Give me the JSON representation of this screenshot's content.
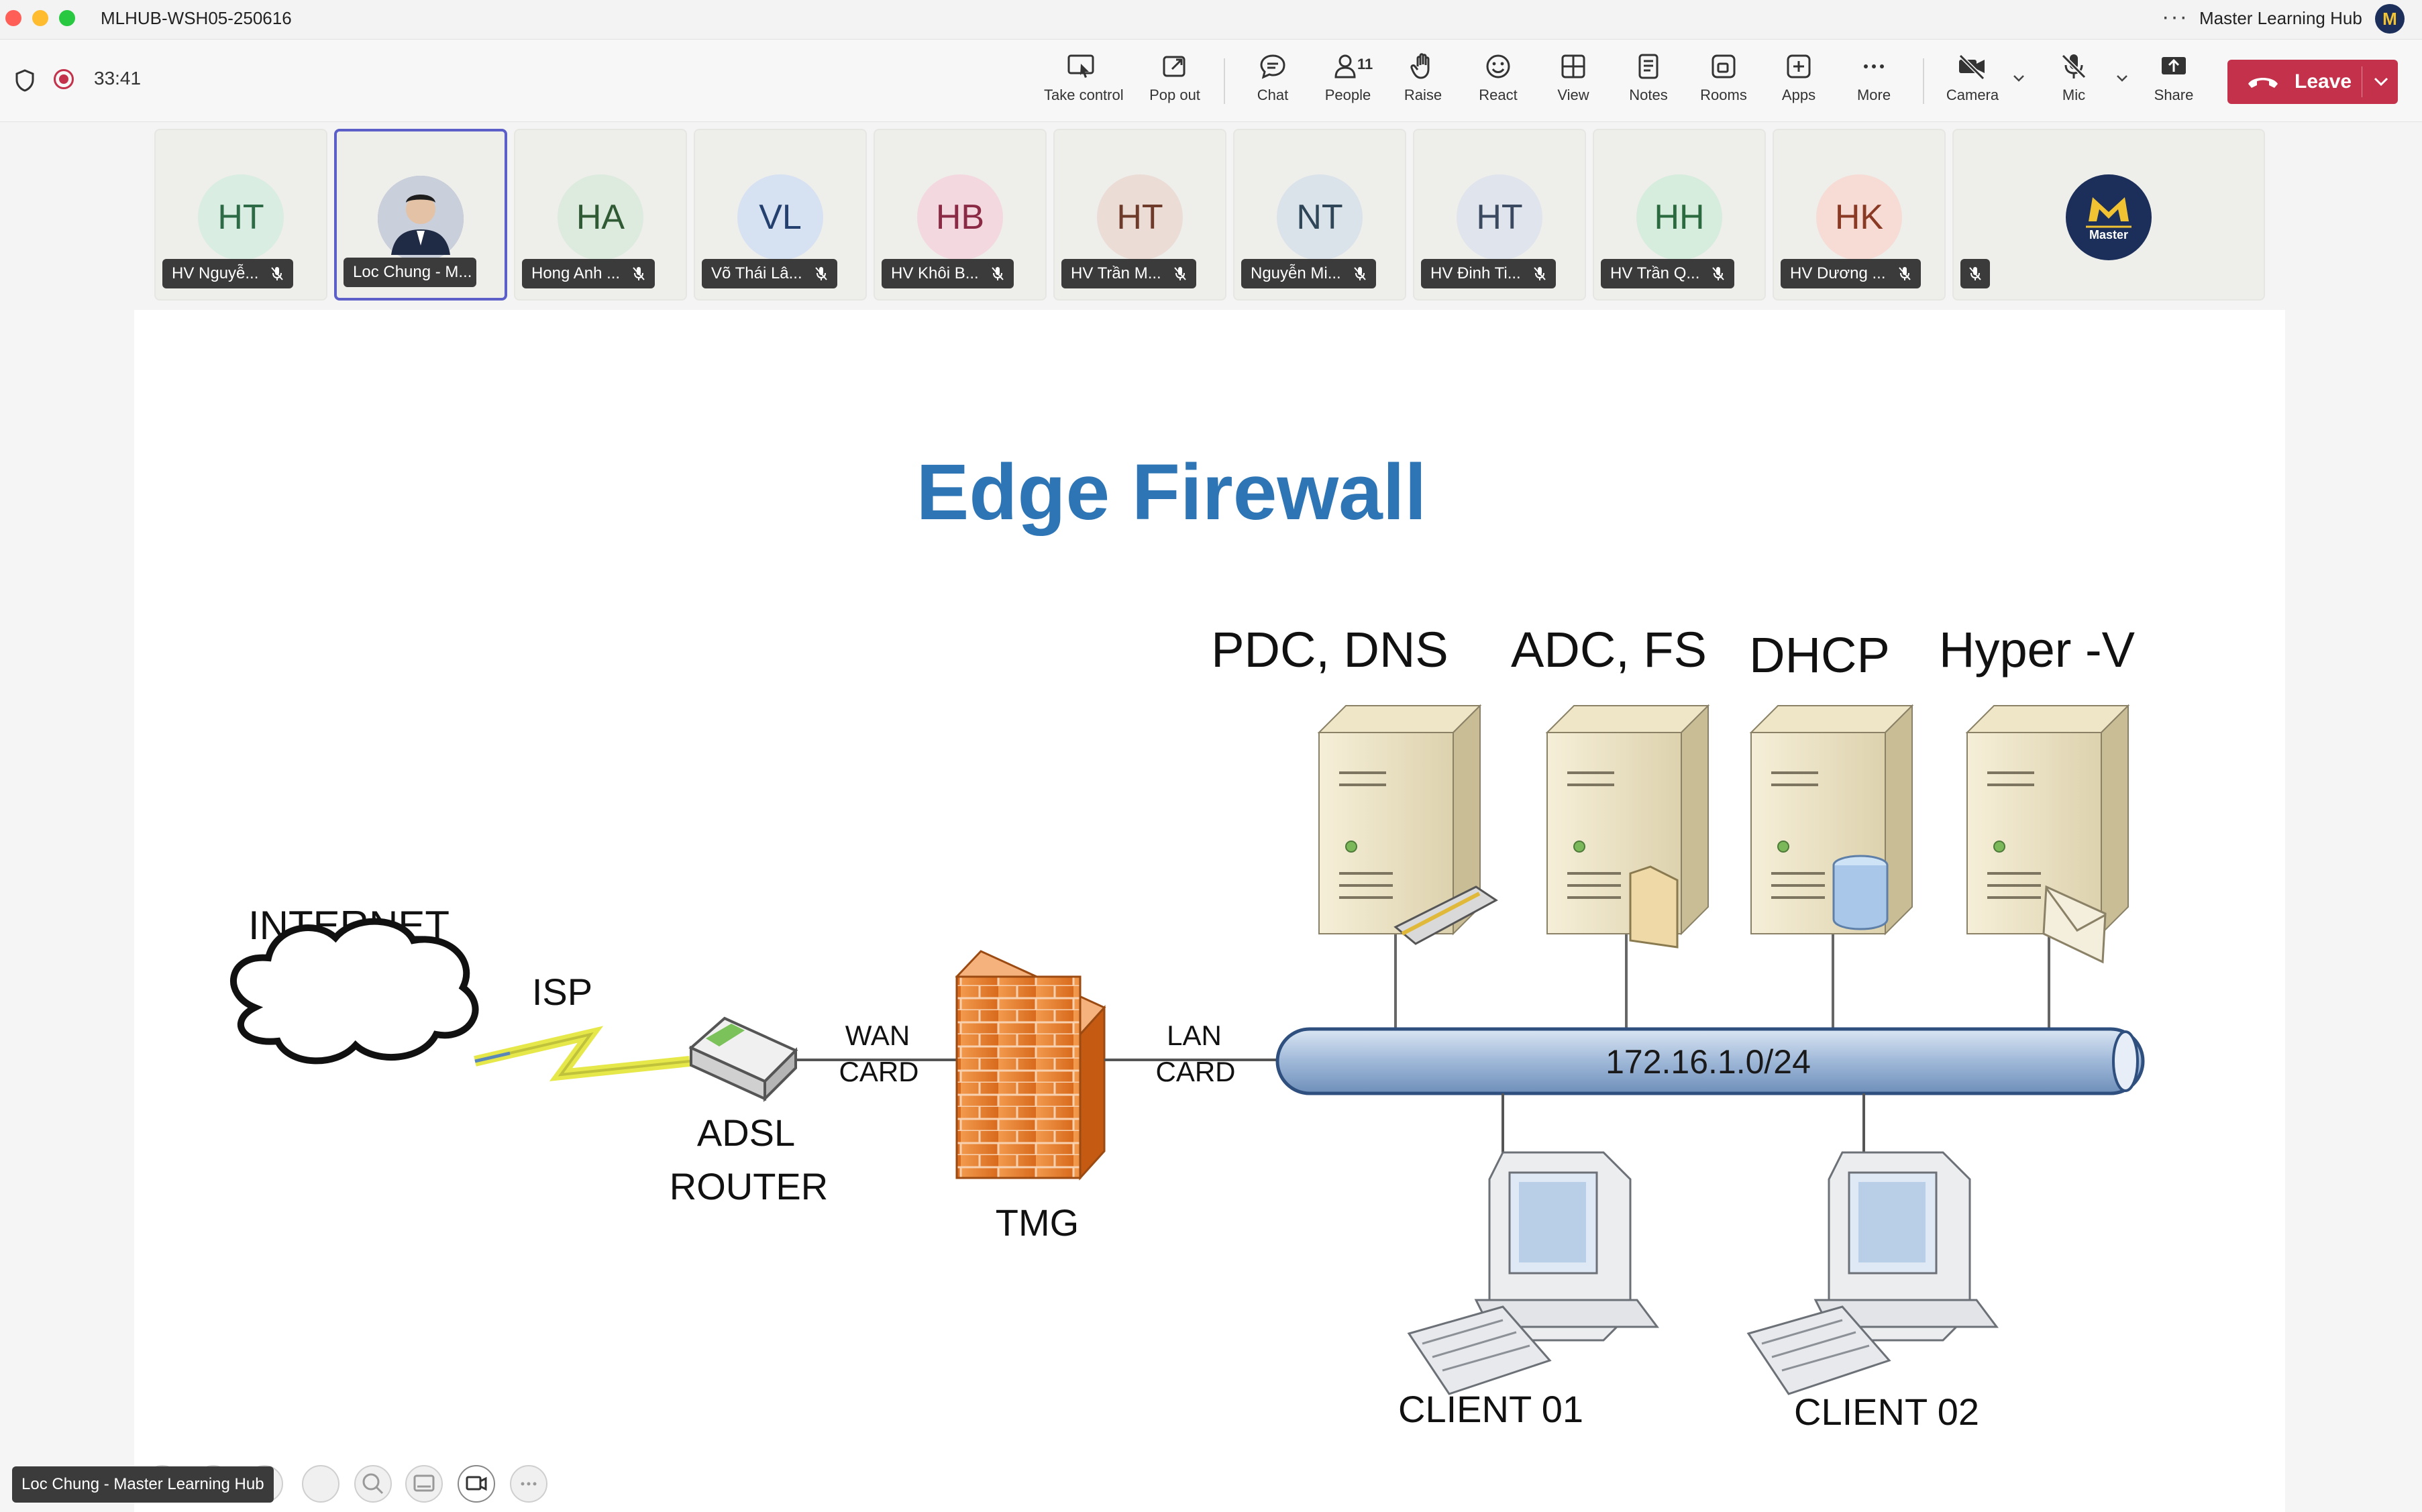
{
  "window": {
    "title": "MLHUB-WSH05-250616",
    "org": "Master Learning Hub",
    "org_logo_text": "M",
    "more_glyph": "···"
  },
  "meeting": {
    "timer": "33:41"
  },
  "toolbar": {
    "take_control": "Take control",
    "pop_out": "Pop out",
    "chat": "Chat",
    "people": "People",
    "people_count": "11",
    "raise": "Raise",
    "react": "React",
    "view": "View",
    "notes": "Notes",
    "rooms": "Rooms",
    "apps": "Apps",
    "more": "More",
    "camera": "Camera",
    "mic": "Mic",
    "share": "Share",
    "leave": "Leave"
  },
  "participants": [
    {
      "initials": "HT",
      "name": "HV Nguyễ...",
      "bg": "#d9ede2",
      "fg": "#2d6b46"
    },
    {
      "initials": "",
      "name": "Loc Chung - M...",
      "bg": "#9aa3b5",
      "fg": "#ffffff",
      "photo": true
    },
    {
      "initials": "HA",
      "name": "Hong Anh ...",
      "bg": "#dcebdd",
      "fg": "#2f5a34"
    },
    {
      "initials": "VL",
      "name": "Võ Thái Lâ...",
      "bg": "#d6e1f2",
      "fg": "#24406e"
    },
    {
      "initials": "HB",
      "name": "HV Khôi B...",
      "bg": "#f4d8e0",
      "fg": "#8a2a45"
    },
    {
      "initials": "HT",
      "name": "HV Trần M...",
      "bg": "#ecdcd6",
      "fg": "#6e3a2a"
    },
    {
      "initials": "NT",
      "name": "Nguyễn Mi...",
      "bg": "#dbe3ea",
      "fg": "#2f4658"
    },
    {
      "initials": "HT",
      "name": "HV Đinh Ti...",
      "bg": "#e0e4ec",
      "fg": "#3a4860"
    },
    {
      "initials": "HH",
      "name": "HV Trần Q...",
      "bg": "#d6ecdc",
      "fg": "#2a6a3e"
    },
    {
      "initials": "HK",
      "name": "HV Dương ...",
      "bg": "#f6dcd4",
      "fg": "#8a3a24"
    }
  ],
  "solo_logo": {
    "text": "Master"
  },
  "slide": {
    "title": "Edge Firewall",
    "servers": [
      "PDC, DNS",
      "ADC, FS",
      "DHCP",
      "Hyper -V"
    ],
    "internet": "INTERNET",
    "isp": "ISP",
    "router_1": "ADSL",
    "router_2": "ROUTER",
    "wan_1": "WAN",
    "wan_2": "CARD",
    "lan_1": "LAN",
    "lan_2": "CARD",
    "tmg": "TMG",
    "network": "172.16.1.0/24",
    "clients": [
      "CLIENT 01",
      "CLIENT 02"
    ]
  },
  "presenter_label": "Loc Chung - Master Learning Hub",
  "colors": {
    "leave": "#c4314b",
    "active_border": "#5b5fc7",
    "title_blue": "#2e75b6",
    "firewall": "#e8782a",
    "pipe": "#9fb8d8"
  }
}
